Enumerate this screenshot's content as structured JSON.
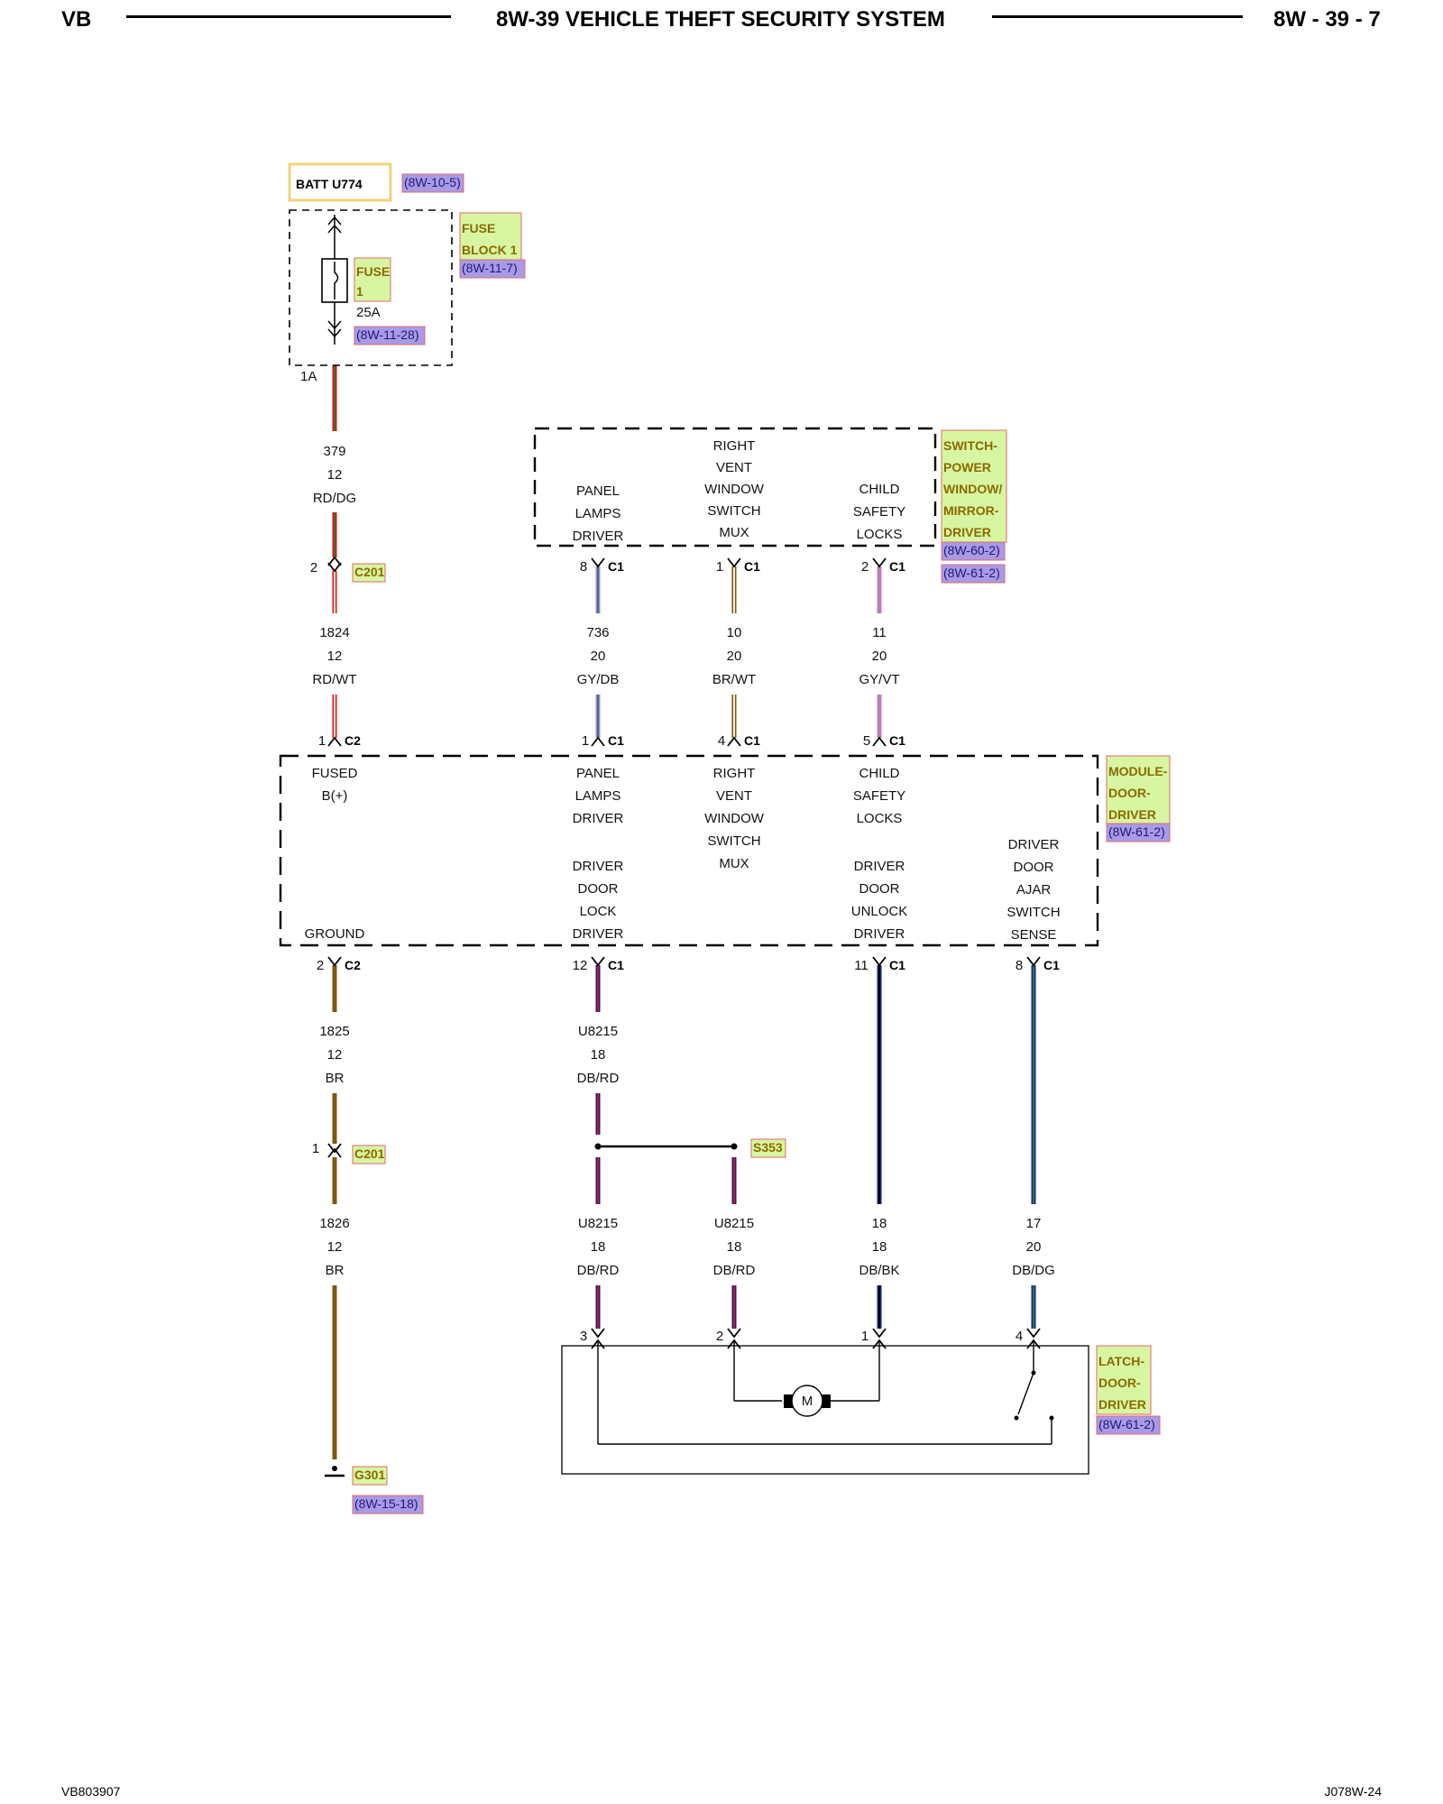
{
  "header": {
    "left": "VB",
    "title": "8W-39 VEHICLE THEFT SECURITY SYSTEM",
    "right": "8W - 39 - 7"
  },
  "footer": {
    "left": "VB803907",
    "right": "J078W-24"
  },
  "batt": {
    "label": "BATT U774",
    "ref": "(8W-10-5)"
  },
  "fuse_block": {
    "name_lines": [
      "FUSE",
      "BLOCK 1"
    ],
    "ref": "(8W-11-7)",
    "fuse_name_lines": [
      "FUSE",
      "1"
    ],
    "rating": "25A",
    "fuse_ref": "(8W-11-28)",
    "cavity": "1A"
  },
  "switch": {
    "name_lines": [
      "SWITCH-",
      "POWER",
      "WINDOW/",
      "MIRROR-",
      "DRIVER"
    ],
    "refs": [
      "(8W-60-2)",
      "(8W-61-2)"
    ],
    "labels": [
      [
        "PANEL",
        "LAMPS",
        "DRIVER"
      ],
      [
        "RIGHT",
        "VENT",
        "WINDOW",
        "SWITCH",
        "MUX"
      ],
      [
        "CHILD",
        "SAFETY",
        "LOCKS"
      ]
    ],
    "pins": [
      {
        "pin": "8",
        "conn": "C1"
      },
      {
        "pin": "1",
        "conn": "C1"
      },
      {
        "pin": "2",
        "conn": "C1"
      }
    ]
  },
  "module": {
    "name_lines": [
      "MODULE-",
      "DOOR-",
      "DRIVER"
    ],
    "ref": "(8W-61-2)",
    "top_labels": [
      [
        "FUSED",
        "B(+)"
      ],
      [
        "PANEL",
        "LAMPS",
        "DRIVER"
      ],
      [
        "RIGHT",
        "VENT",
        "WINDOW",
        "SWITCH",
        "MUX"
      ],
      [
        "CHILD",
        "SAFETY",
        "LOCKS"
      ]
    ],
    "top_pins": [
      {
        "pin": "1",
        "conn": "C2"
      },
      {
        "pin": "1",
        "conn": "C1"
      },
      {
        "pin": "4",
        "conn": "C1"
      },
      {
        "pin": "5",
        "conn": "C1"
      }
    ],
    "bottom_labels": [
      [
        "GROUND"
      ],
      [
        "DRIVER",
        "DOOR",
        "LOCK",
        "DRIVER"
      ],
      [
        "DRIVER",
        "DOOR",
        "UNLOCK",
        "DRIVER"
      ],
      [
        "DRIVER",
        "DOOR",
        "AJAR",
        "SWITCH",
        "SENSE"
      ]
    ],
    "bottom_pins": [
      {
        "pin": "2",
        "conn": "C2"
      },
      {
        "pin": "12",
        "conn": "C1"
      },
      {
        "pin": "11",
        "conn": "C1"
      },
      {
        "pin": "8",
        "conn": "C1"
      }
    ]
  },
  "connectors": {
    "c201_top": {
      "pin": "2",
      "name": "C201"
    },
    "c201_bottom": {
      "pin": "1",
      "name": "C201"
    }
  },
  "wires": {
    "w379": [
      "379",
      "12",
      "RD/DG"
    ],
    "w1824": [
      "1824",
      "12",
      "RD/WT"
    ],
    "w736": [
      "736",
      "20",
      "GY/DB"
    ],
    "w10": [
      "10",
      "20",
      "BR/WT"
    ],
    "w11": [
      "11",
      "20",
      "GY/VT"
    ],
    "w1825": [
      "1825",
      "12",
      "BR"
    ],
    "w1826": [
      "1826",
      "12",
      "BR"
    ],
    "wU8215a": [
      "U8215",
      "18",
      "DB/RD"
    ],
    "wU8215b": [
      "U8215",
      "18",
      "DB/RD"
    ],
    "wU8215c": [
      "U8215",
      "18",
      "DB/RD"
    ],
    "w18": [
      "18",
      "18",
      "DB/BK"
    ],
    "w17": [
      "17",
      "20",
      "DB/DG"
    ]
  },
  "splice": {
    "name": "S353"
  },
  "ground": {
    "name": "G301",
    "ref": "(8W-15-18)"
  },
  "latch": {
    "name_lines": [
      "LATCH-",
      "DOOR-",
      "DRIVER"
    ],
    "ref": "(8W-61-2)",
    "pins": [
      "3",
      "2",
      "1",
      "4"
    ],
    "motor": "M"
  },
  "colors": {
    "red": "#e01010",
    "dark_green": "#2e7d32",
    "white": "#ffffff",
    "gray": "#999999",
    "dark_blue": "#1a237e",
    "brown": "#7a5a10",
    "violet": "#d070d0",
    "black": "#000000",
    "tag_green": "#d8f5a2",
    "tag_blue": "#a99ae6"
  }
}
